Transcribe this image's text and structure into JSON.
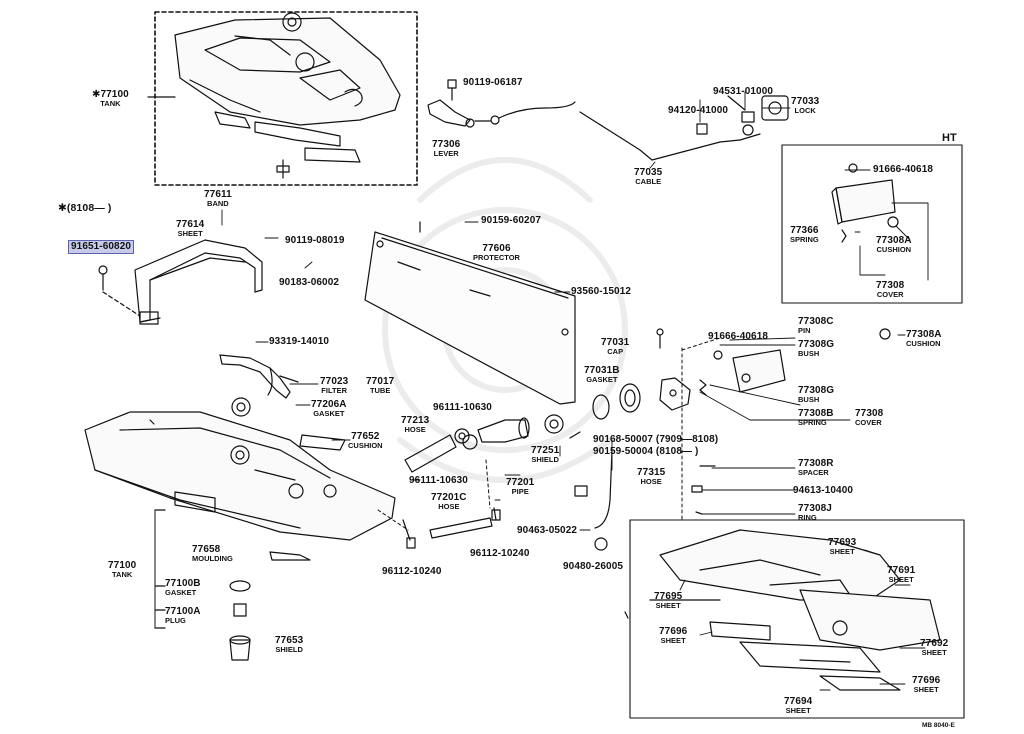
{
  "labels": {
    "p77100_top_num": "✱77100",
    "p77100_top_name": "TANK",
    "p90119_06187": "90119-06187",
    "p77306_num": "77306",
    "p77306_name": "LEVER",
    "p94531": "94531-01000",
    "p94120": "94120-41000",
    "p77033_num": "77033",
    "p77033_name": "LOCK",
    "p77035_num": "77035",
    "p77035_name": "CABLE",
    "ht": "HT",
    "p91666_40618_a": "91666-40618",
    "p77366_num": "77366",
    "p77366_name": "SPRING",
    "p77308a_r_num": "77308A",
    "p77308a_r_name": "CUSHION",
    "p77308_r_num": "77308",
    "p77308_r_name": "COVER",
    "p8108": "✱(8108—      )",
    "p77611_num": "77611",
    "p77611_name": "BAND",
    "p77614_num": "77614",
    "p77614_name": "SHEET",
    "p91651_60820": "91651-60820",
    "p90119_08019": "90119-08019",
    "p90183_06002": "90183-06002",
    "p90159_60207": "90159-60207",
    "p77606_num": "77606",
    "p77606_name": "PROTECTOR",
    "p93560_15012": "93560-15012",
    "p93319_14010": "93319-14010",
    "p77023_num": "77023",
    "p77023_name": "FILTER",
    "p77017_num": "77017",
    "p77017_name": "TUBE",
    "p77206a_num": "77206A",
    "p77206a_name": "GASKET",
    "p77652_num": "77652",
    "p77652_name": "CUSHION",
    "p96111_a": "96111-10630",
    "p96111_b": "96111-10630",
    "p77213_num": "77213",
    "p77213_name": "HOSE",
    "p77031_num": "77031",
    "p77031_name": "CAP",
    "p77031b_num": "77031B",
    "p77031b_name": "GASKET",
    "p77251_num": "77251",
    "p77251_name": "SHIELD",
    "p90168": "90168-50007 (7909—8108)",
    "p90159_50004": "90159-50004 (8108—        )",
    "p77201_num": "77201",
    "p77201_name": "PIPE",
    "p77315_num": "77315",
    "p77315_name": "HOSE",
    "p77201c_num": "77201C",
    "p77201c_name": "HOSE",
    "p90463": "90463-05022",
    "p90480": "90480-26005",
    "p96112_a": "96112-10240",
    "p96112_b": "96112-10240",
    "p91666_40618_b": "91666-40618",
    "p77308c_num": "77308C",
    "p77308c_name": "PIN",
    "p77308g_1_num": "77308G",
    "p77308g_1_name": "BUSH",
    "p77308a_m_num": "77308A",
    "p77308a_m_name": "CUSHION",
    "p77308g_2_num": "77308G",
    "p77308g_2_name": "BUSH",
    "p77308b_num": "77308B",
    "p77308b_name": "SPRING",
    "p77308_m_num": "77308",
    "p77308_m_name": "COVER",
    "p77308r_num": "77308R",
    "p77308r_name": "SPACER",
    "p94613": "94613-10400",
    "p77308j_num": "77308J",
    "p77308j_name": "RING",
    "p77100_bot_num": "77100",
    "p77100_bot_name": "TANK",
    "p77658_num": "77658",
    "p77658_name": "MOULDING",
    "p77100b_num": "77100B",
    "p77100b_name": "GASKET",
    "p77100a_num": "77100A",
    "p77100a_name": "PLUG",
    "p77653_num": "77653",
    "p77653_name": "SHIELD",
    "p77693_num": "77693",
    "p77693_name": "SHEET",
    "p77691_num": "77691",
    "p77691_name": "SHEET",
    "p77695_num": "77695",
    "p77695_name": "SHEET",
    "p77696_a_num": "77696",
    "p77696_a_name": "SHEET",
    "p77692_num": "77692",
    "p77692_name": "SHEET",
    "p77696_b_num": "77696",
    "p77696_b_name": "SHEET",
    "p77694_num": "77694",
    "p77694_name": "SHEET",
    "ref": "MB  8040-E"
  },
  "colors": {
    "ink": "#111111",
    "highlight": "#c7cbe8",
    "highlight_border": "#5a62b3"
  }
}
